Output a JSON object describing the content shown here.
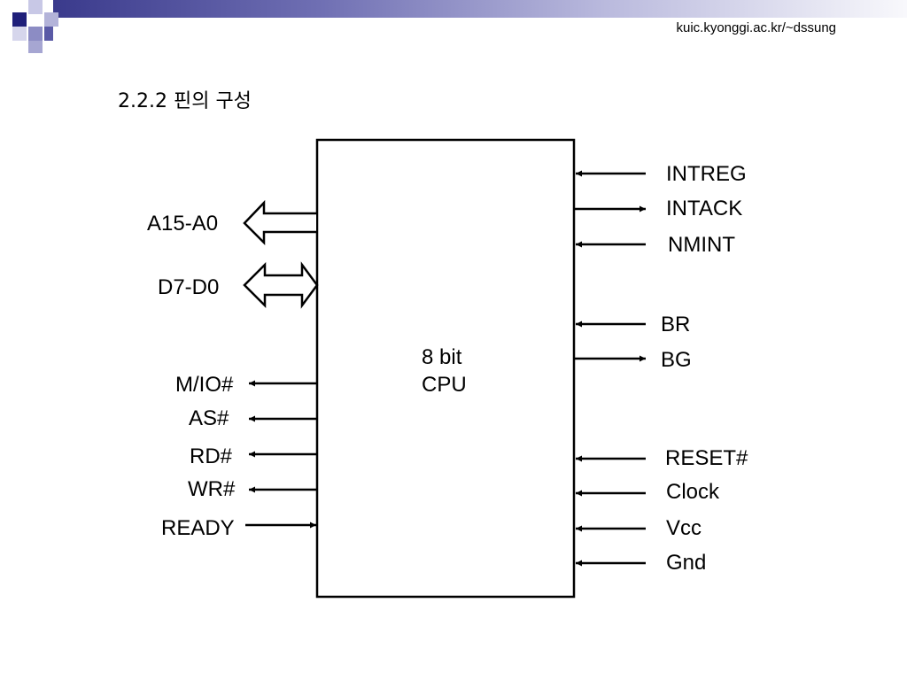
{
  "header": {
    "url": "kuic.kyonggi.ac.kr/~dssung",
    "colors": {
      "dark_navy": "#1f1f7a",
      "mid_blue": "#6b6bb0",
      "light_lavender": "#c8c8e6"
    }
  },
  "slide": {
    "title": "2.2.2 핀의 구성"
  },
  "diagram": {
    "block_label_line1": "8 bit",
    "block_label_line2": "CPU",
    "left_pins": {
      "address_bus": {
        "label": "A15-A0",
        "direction": "output",
        "kind": "bus"
      },
      "data_bus": {
        "label": "D7-D0",
        "direction": "bidirectional",
        "kind": "bus"
      },
      "mio": {
        "label": "M/IO#",
        "direction": "output"
      },
      "as": {
        "label": "AS#",
        "direction": "output"
      },
      "rd": {
        "label": "RD#",
        "direction": "output"
      },
      "wr": {
        "label": "WR#",
        "direction": "output"
      },
      "ready": {
        "label": "READY",
        "direction": "input"
      }
    },
    "right_pins": {
      "intreg": {
        "label": "INTREG",
        "direction": "input"
      },
      "intack": {
        "label": "INTACK",
        "direction": "output"
      },
      "nmint": {
        "label": "NMINT",
        "direction": "input"
      },
      "br": {
        "label": "BR",
        "direction": "input"
      },
      "bg": {
        "label": "BG",
        "direction": "output"
      },
      "reset": {
        "label": "RESET#",
        "direction": "input"
      },
      "clock": {
        "label": "Clock",
        "direction": "input"
      },
      "vcc": {
        "label": "Vcc",
        "direction": "input"
      },
      "gnd": {
        "label": "Gnd",
        "direction": "input"
      }
    }
  }
}
